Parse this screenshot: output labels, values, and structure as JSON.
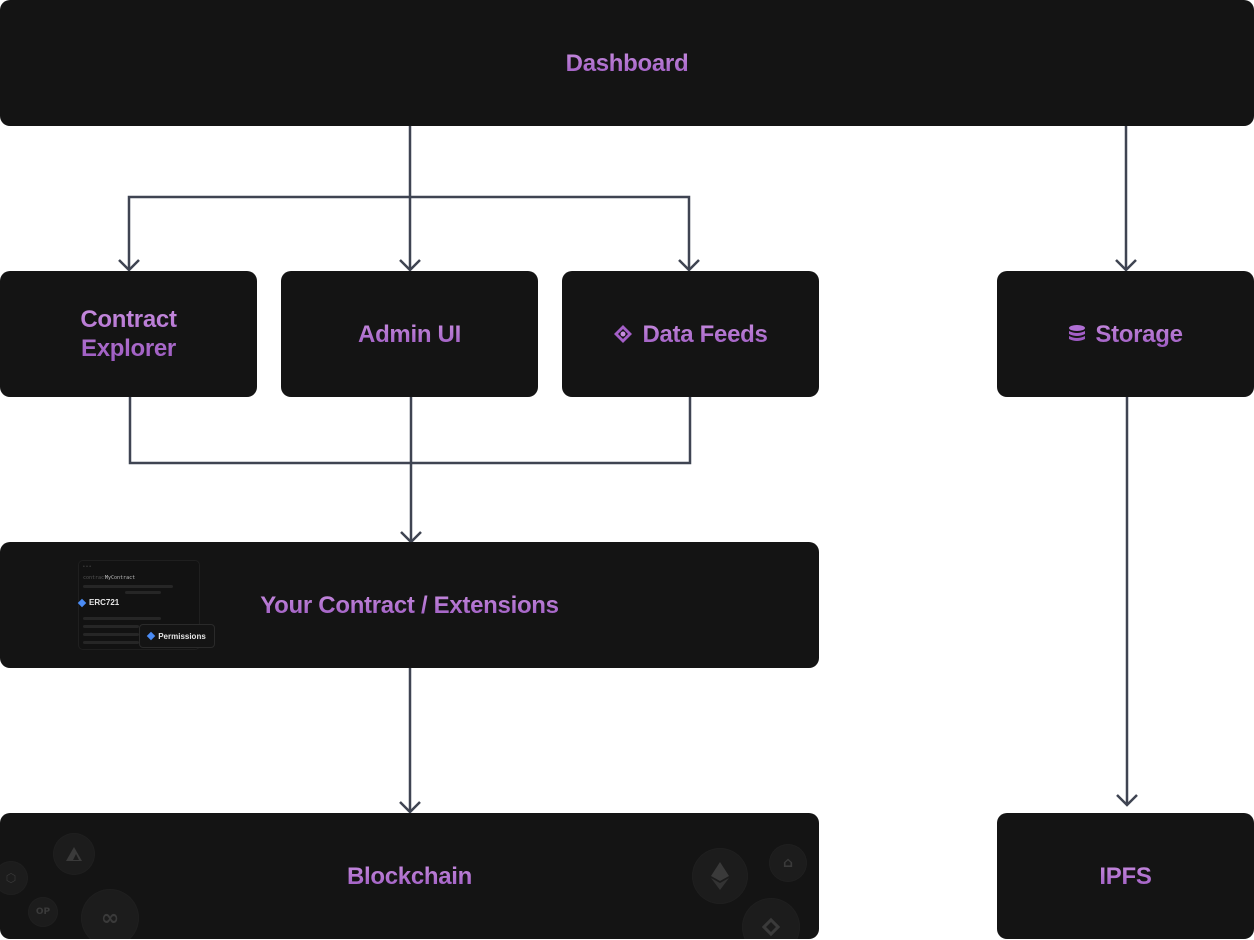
{
  "nodes": {
    "dashboard": "Dashboard",
    "contract_explorer": "Contract\nExplorer",
    "admin_ui": "Admin UI",
    "data_feeds": "Data Feeds",
    "storage": "Storage",
    "your_contract": "Your Contract / Extensions",
    "blockchain": "Blockchain",
    "ipfs": "IPFS"
  },
  "contract_preview": {
    "keyword": "contract",
    "name": "MyContract",
    "extension_1": "ERC721",
    "extension_2": "Permissions"
  },
  "icons": {
    "data_feeds": "data-feeds-icon",
    "storage": "database-icon",
    "chains": [
      "avalanche-icon",
      "chain-icon",
      "optimism-icon",
      "polygon-icon",
      "ethereum-icon",
      "arbitrum-icon",
      "binance-icon"
    ]
  },
  "colors": {
    "box": "#141414",
    "text_gradient_top": "#c98ee0",
    "text_gradient_bottom": "#9b59c0",
    "wire": "#3f4452",
    "extension_badge": "#4b8cf5"
  }
}
